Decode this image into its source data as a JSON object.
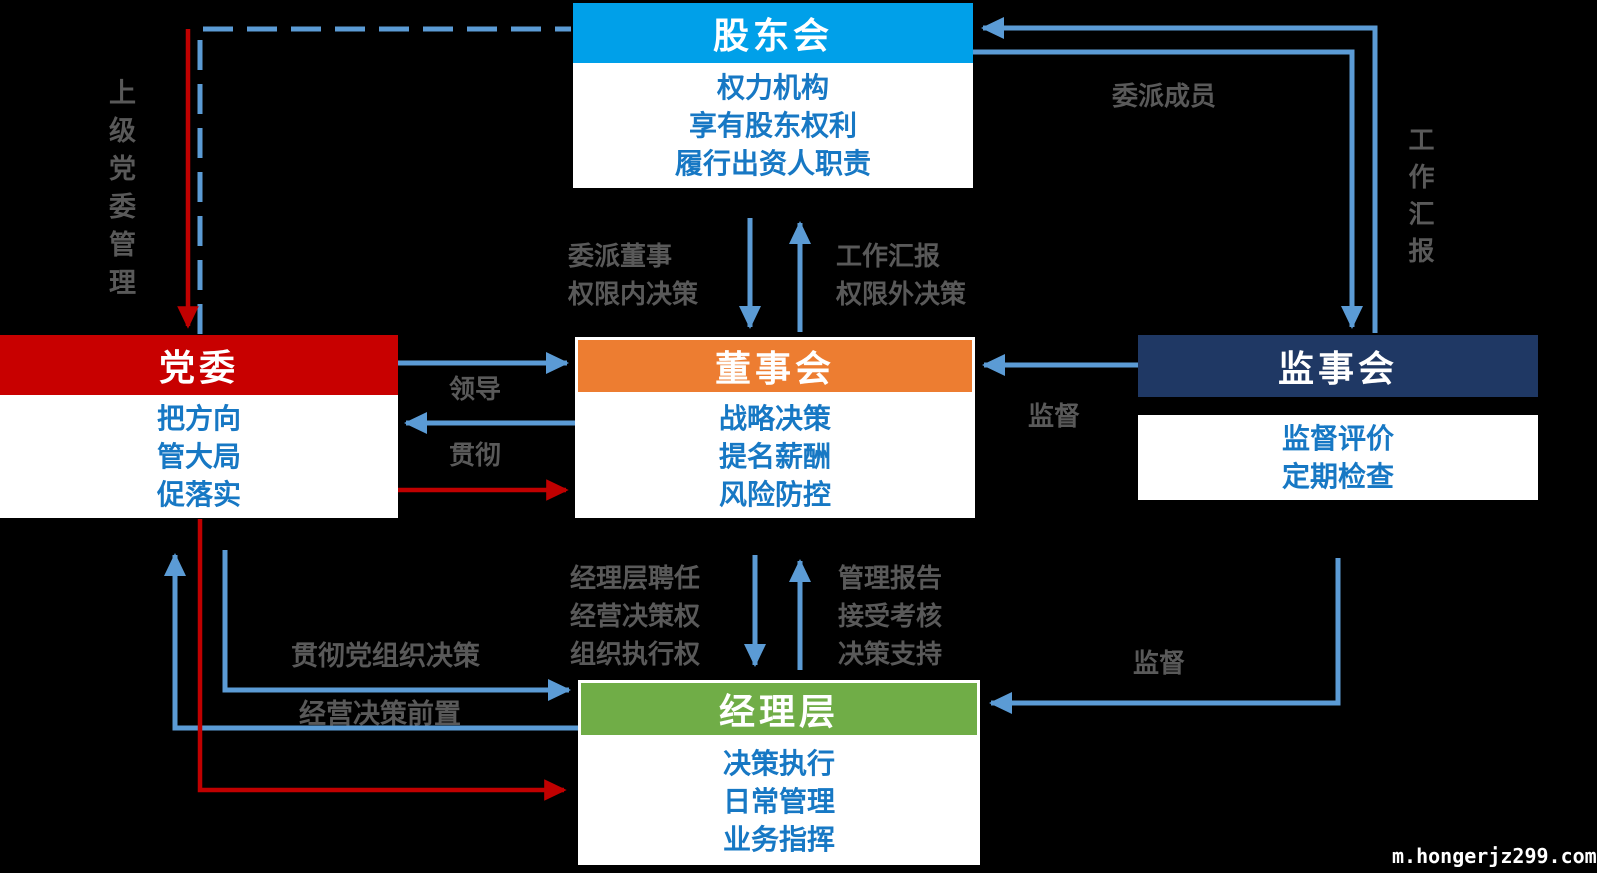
{
  "colors": {
    "background": "#000000",
    "shareholders_header": "#00A0E9",
    "party_header": "#C80000",
    "board_header": "#ED7D31",
    "supervisory_header": "#1F3864",
    "management_header": "#70AD47",
    "arrow_blue": "#5B9BD5",
    "arrow_red": "#C00000",
    "role_text_blue": "#1778C4",
    "label_gray": "#595959"
  },
  "nodes": {
    "shareholders": {
      "title": "股东会",
      "roles": [
        "权力机构",
        "享有股东权利",
        "履行出资人职责"
      ]
    },
    "party": {
      "title": "党委",
      "roles": [
        "把方向",
        "管大局",
        "促落实"
      ]
    },
    "board": {
      "title": "董事会",
      "roles": [
        "战略决策",
        "提名薪酬",
        "风险防控"
      ]
    },
    "supervisory": {
      "title": "监事会",
      "roles": [
        "监督评价",
        "定期检查"
      ]
    },
    "management": {
      "title": "经理层",
      "roles": [
        "决策执行",
        "日常管理",
        "业务指挥"
      ]
    }
  },
  "edge_labels": {
    "superior_party_mgmt": "上级党委管理",
    "appoint_members": "委派成员",
    "work_report_vertical": "工作汇报",
    "appoint_directors": [
      "委派董事",
      "权限内决策"
    ],
    "work_report_mid": [
      "工作汇报",
      "权限外决策"
    ],
    "lead": "领导",
    "implement": "贯彻",
    "supervise_board": "监督",
    "mgmt_appointment": [
      "经理层聘任",
      "经营决策权",
      "组织执行权"
    ],
    "mgmt_reporting": [
      "管理报告",
      "接受考核",
      "决策支持"
    ],
    "implement_party_decisions": "贯彻党组织决策",
    "pre_decision_review": "经营决策前置",
    "supervise_management": "监督"
  },
  "watermark": "m.hongerjz299.com"
}
